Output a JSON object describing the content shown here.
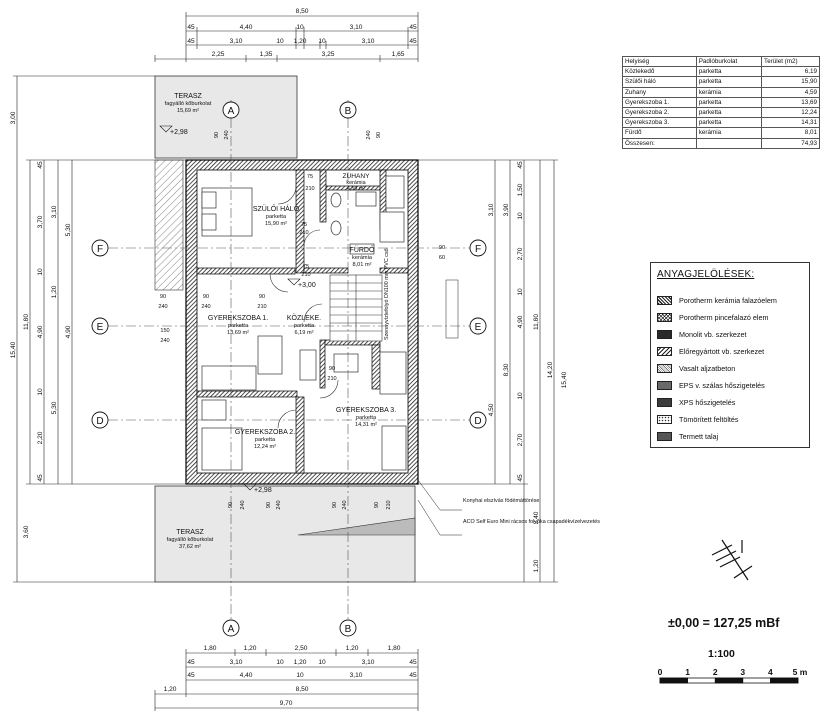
{
  "dims_top": {
    "row1": [
      "8,50"
    ],
    "row2": [
      "45",
      "4,40",
      "10",
      "3,10",
      "45"
    ],
    "row3": [
      "45",
      "3,10",
      "10",
      "1,20",
      "10",
      "3,10",
      "45"
    ],
    "row4": [
      "2,25",
      "1,35",
      "3,25",
      "1,65"
    ]
  },
  "dims_bottom": {
    "row1": [
      "1,80",
      "1,20",
      "2,50",
      "1,20",
      "1,80"
    ],
    "row2": [
      "45",
      "3,10",
      "10",
      "1,20",
      "10",
      "3,10",
      "45"
    ],
    "row3": [
      "45",
      "4,40",
      "10",
      "3,10",
      "45"
    ],
    "row4": [
      "1,20",
      "8,50"
    ],
    "row5": [
      "9,70"
    ]
  },
  "dims_left": {
    "outer": "15,40",
    "mid": "11,80",
    "top_terrace": "3,00",
    "bottom_terrace": "3,60",
    "seg_a": [
      "45",
      "3,70",
      "10",
      "4,90",
      "10",
      "2,20",
      "45"
    ],
    "seg_b": [
      "3,10",
      "1,20",
      "5,30"
    ],
    "seg_c": [
      "5,30",
      "4,90"
    ]
  },
  "dims_right": {
    "outer": "15,40",
    "second": "14,20",
    "third": "11,80",
    "seg_a": [
      "45",
      "1,50",
      "10",
      "2,70",
      "10",
      "4,90",
      "10",
      "2,70",
      "45"
    ],
    "seg_b": [
      "3,90",
      "8,30",
      "2,40",
      "1,20"
    ],
    "seg_c": [
      "3,10",
      "4,50"
    ]
  },
  "axes": [
    "A",
    "B",
    "F",
    "E",
    "D"
  ],
  "rooms": [
    {
      "name": "TERASZ",
      "floor": "fagyálló kőburkolat",
      "area": "15,69 m²"
    },
    {
      "name": "SZÜLŐI HÁLÓ",
      "floor": "parketta",
      "area": "15,90 m²"
    },
    {
      "name": "ZUHANY",
      "floor": "kerámia",
      "area": "4,59 m²"
    },
    {
      "name": "FÜRDŐ",
      "floor": "kerámia",
      "area": "8,01 m²"
    },
    {
      "name": "GYEREKSZOBA 1.",
      "floor": "parketta",
      "area": "13,69 m²"
    },
    {
      "name": "KÖZLEKE.",
      "floor": "parketta",
      "area": "6,19 m²"
    },
    {
      "name": "GYEREKSZOBA 2.",
      "floor": "parketta",
      "area": "12,24 m²"
    },
    {
      "name": "GYEREKSZOBA 3.",
      "floor": "parketta",
      "area": "14,31 m²"
    },
    {
      "name": "TERASZ",
      "floor": "fagyálló kőburkolat",
      "area": "37,62 m²"
    }
  ],
  "levels": [
    "+2,98",
    "+3,00",
    "+2,98"
  ],
  "door_marks": [
    "75",
    "210",
    "90",
    "240",
    "75",
    "210",
    "90",
    "240",
    "90",
    "210",
    "90",
    "240",
    "90",
    "240",
    "150",
    "240",
    "90",
    "210",
    "90",
    "240",
    "90",
    "240",
    "90",
    "240",
    "90",
    "210",
    "75",
    "210",
    "90",
    "60"
  ],
  "annotations": {
    "drain": "Szennyvízlefolyó DN100 mm PVC cső",
    "kitchen_vent": "Konyhai elszívás födémáttörése",
    "aco": "ACO Self Euro Mini rácsos folyóka csapadékvízelvezetés"
  },
  "table": {
    "headers": [
      "Helyiség",
      "Padlóburkolat",
      "Terület (m2)"
    ],
    "rows": [
      [
        "Közlekedő",
        "parketta",
        "6,19"
      ],
      [
        "Szülői háló",
        "parketta",
        "15,90"
      ],
      [
        "Zuhany",
        "kerámia",
        "4,59"
      ],
      [
        "Gyerekszoba 1.",
        "parketta",
        "13,69"
      ],
      [
        "Gyerekszoba 2.",
        "parketta",
        "12,24"
      ],
      [
        "Gyerekszoba 3.",
        "parketta",
        "14,31"
      ],
      [
        "Fürdő",
        "kerámia",
        "8,01"
      ]
    ],
    "total_label": "Összesen:",
    "total_value": "74,93"
  },
  "legend": {
    "title": "ANYAGJELÖLÉSEK:",
    "items": [
      {
        "label": "Porotherm kerámia falazóelem",
        "pattern": "hatch-dense"
      },
      {
        "label": "Porotherm pincefalazó elem",
        "pattern": "hatch-cross"
      },
      {
        "label": "Monolit vb. szerkezet",
        "pattern": "solid-dark"
      },
      {
        "label": "Előregyártott vb. szerkezet",
        "pattern": "hatch-diag"
      },
      {
        "label": "Vasalt aljzatbeton",
        "pattern": "hatch-fine"
      },
      {
        "label": "EPS v. szálas hőszigetelés",
        "pattern": "solid-gray"
      },
      {
        "label": "XPS hőszigetelés",
        "pattern": "solid-darkgray"
      },
      {
        "label": "Tömörített feltöltés",
        "pattern": "dots"
      },
      {
        "label": "Termett talaj",
        "pattern": "solid-mid"
      }
    ]
  },
  "elevation": "±0,00 = 127,25 mBf",
  "scale": {
    "label": "1:100",
    "ticks": [
      "0",
      "1",
      "2",
      "3",
      "4",
      "5 m"
    ]
  }
}
